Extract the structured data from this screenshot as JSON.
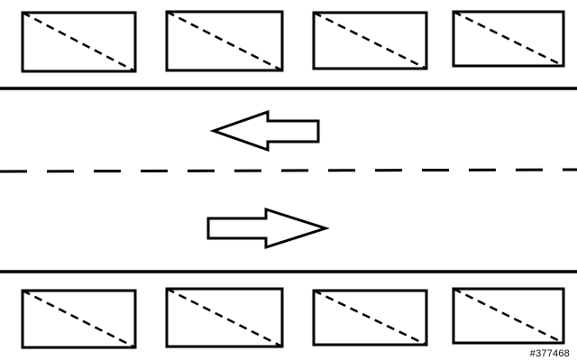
{
  "figure": {
    "code": "#377468",
    "colors": {
      "line": "#000000",
      "background": "#ffffff"
    },
    "road": {
      "lanes": 2,
      "centerline": "dashed",
      "directions": [
        "left",
        "right"
      ]
    },
    "parking": {
      "top_row_count": 4,
      "bottom_row_count": 4,
      "space_style": "rectangle-with-dashed-diagonal"
    }
  }
}
